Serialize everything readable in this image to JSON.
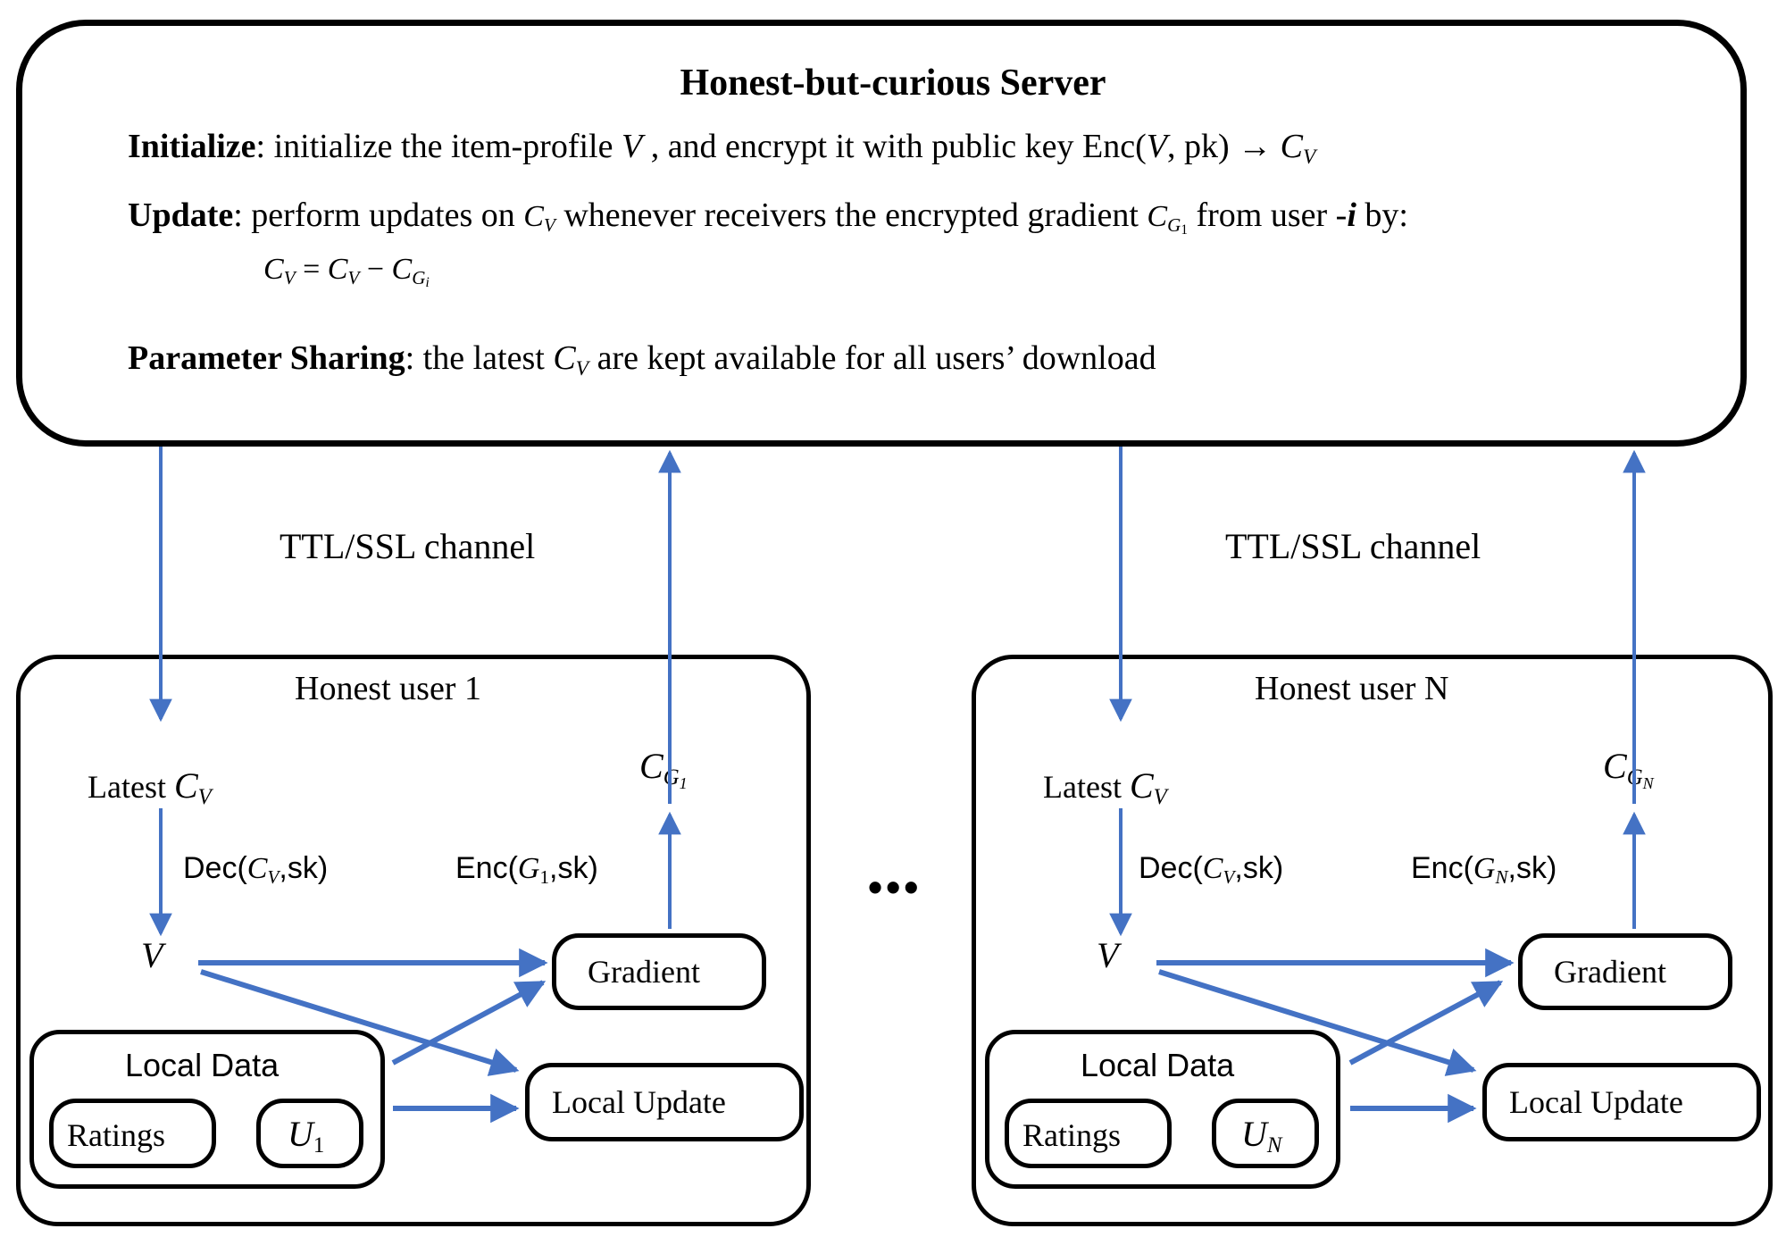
{
  "server": {
    "title": "Honest-but-curious Server",
    "lines": [
      {
        "key": "initialize",
        "bold_label": "Initialize",
        "text": ": initialize the item-profile V , and encrypt it with public key Enc( V, pk) → C_V"
      },
      {
        "key": "update",
        "bold_label": "Update",
        "text": ": perform updates on C_V whenever receivers the encrypted gradient C_G1 from user - i by:"
      },
      {
        "key": "parameter_sharing",
        "bold_label": "Parameter Sharing",
        "text": ": the latest C_V are kept available for all users’ download"
      }
    ],
    "formula": "C_V = C_V − C_Gi",
    "initialize_label": "Initialize",
    "initialize_rest_a": ": initialize the item-profile",
    "initialize_var_v": "V",
    "initialize_rest_b": ", and encrypt it with public key Enc(",
    "initialize_var_v2": "V",
    "initialize_rest_c": ", pk)",
    "initialize_arrow": "→",
    "initialize_cv_c": "C",
    "initialize_cv_sub": "V",
    "update_label": "Update",
    "update_rest_a": ": perform updates on",
    "update_cv_c": "C",
    "update_cv_sub": "V",
    "update_rest_b": "whenever receivers the encrypted gradient",
    "update_cg_c": "C",
    "update_cg_sub": "G",
    "update_cg_subsub": "1",
    "update_rest_c": "from user -",
    "update_var_i": "i",
    "update_rest_d": "by:",
    "formula_lhs_c": "C",
    "formula_lhs_sub": "V",
    "formula_eq": "=",
    "formula_rhs1_c": "C",
    "formula_rhs1_sub": "V",
    "formula_minus": "−",
    "formula_rhs2_c": "C",
    "formula_rhs2_sub": "G",
    "formula_rhs2_subsub": "i",
    "param_label": "Parameter Sharing",
    "param_rest_a": ": the latest",
    "param_cv_c": "C",
    "param_cv_sub": "V",
    "param_rest_b": "are kept available for all users’ download"
  },
  "channels": [
    {
      "key": "channel-left",
      "label": "TTL/SSL channel"
    },
    {
      "key": "channel-right",
      "label": "TTL/SSL channel"
    }
  ],
  "ellipsis": "•••",
  "users": [
    {
      "key": "user-1",
      "title": "Honest user 1",
      "latest_label": "Latest",
      "latest_c": "C",
      "latest_sub": "V",
      "cg_c": "C",
      "cg_sub": "G",
      "cg_subsub": "1",
      "dec_pre": "Dec(",
      "dec_c": "C",
      "dec_sub": "V",
      "dec_post": ",sk)",
      "enc_pre": "Enc(",
      "enc_g": "G",
      "enc_sub": "1",
      "enc_post": ",sk)",
      "v_label": "V",
      "gradient_label": "Gradient",
      "local_update_label": "Local Update",
      "local_data_label": "Local Data",
      "ratings_label": "Ratings",
      "u_label": "U",
      "u_sub": "1"
    },
    {
      "key": "user-n",
      "title": "Honest user N",
      "latest_label": "Latest",
      "latest_c": "C",
      "latest_sub": "V",
      "cg_c": "C",
      "cg_sub": "G",
      "cg_subsub": "N",
      "dec_pre": "Dec(",
      "dec_c": "C",
      "dec_sub": "V",
      "dec_post": ",sk)",
      "enc_pre": "Enc(",
      "enc_g": "G",
      "enc_sub": "N",
      "enc_post": ",sk)",
      "v_label": "V",
      "gradient_label": "Gradient",
      "local_update_label": "Local Update",
      "local_data_label": "Local Data",
      "ratings_label": "Ratings",
      "u_label": "U",
      "u_sub": "N"
    }
  ],
  "colors": {
    "arrow_blue": "#4472C4",
    "outline_black": "#000000",
    "background": "#FFFFFF"
  }
}
